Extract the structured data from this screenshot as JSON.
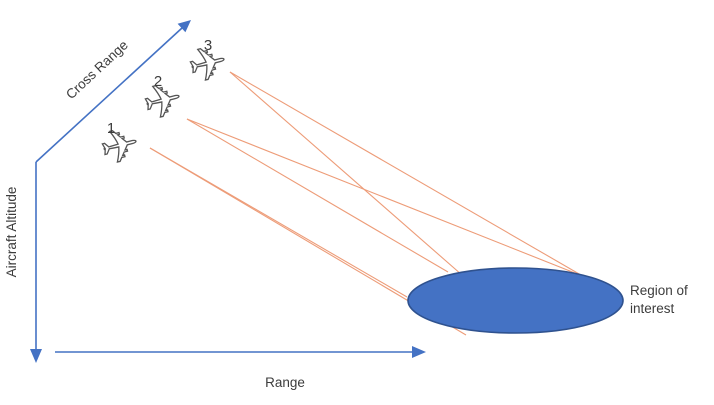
{
  "diagram": {
    "type": "SAR multi-aircraft geometry diagram",
    "axes": {
      "cross_range_label": "Cross Range",
      "aircraft_altitude_label": "Aircraft Altitude",
      "range_label": "Range"
    },
    "aircraft": [
      {
        "label": "1"
      },
      {
        "label": "2"
      },
      {
        "label": "3"
      }
    ],
    "region": {
      "label_line1": "Region of",
      "label_line2": "interest"
    },
    "colors": {
      "axis_blue": "#4472C4",
      "ellipse_fill": "#4472C4",
      "ellipse_stroke": "#2F528F",
      "beam_orange": "#ED9C78",
      "text": "#3C3C3C",
      "aircraft_outline": "#555555",
      "aircraft_fill": "#FFFFFF"
    }
  }
}
